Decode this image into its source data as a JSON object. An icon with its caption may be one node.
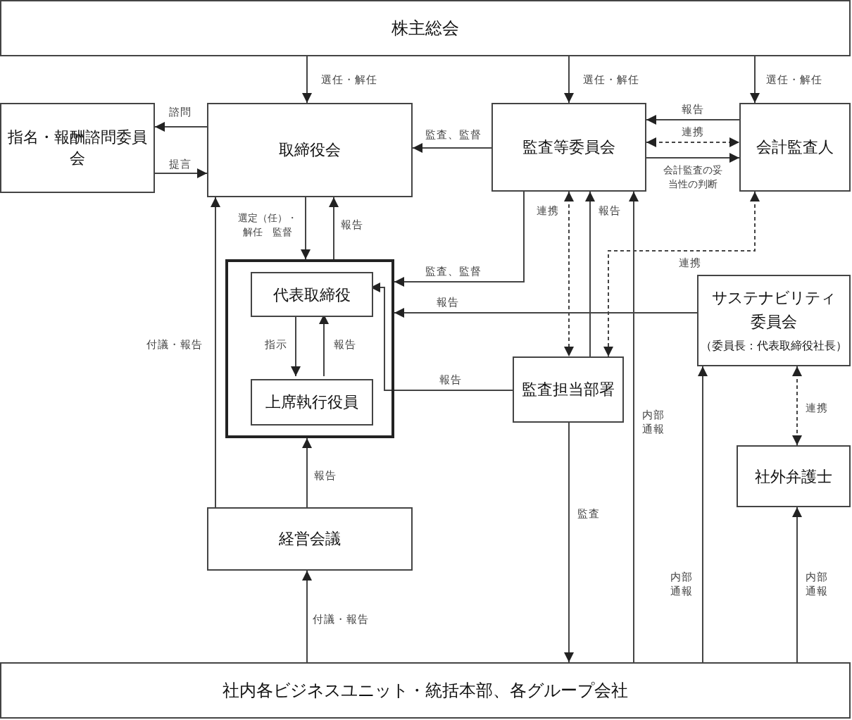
{
  "diagram": {
    "nodes": [
      {
        "text": [
          "株主総会"
        ]
      },
      {
        "text": [
          "指名・報酬諮問委員会"
        ]
      },
      {
        "text": [
          "取締役会"
        ]
      },
      {
        "text": [
          "監査等委員会"
        ]
      },
      {
        "text": [
          "会計監査人"
        ]
      },
      {
        "text": [],
        "shape": "box"
      },
      {
        "text": [
          "代表取締役"
        ],
        "in": 5
      },
      {
        "text": [
          "上席執行役員"
        ],
        "in": 5
      },
      {
        "text": [
          "監査担当部署"
        ]
      },
      {
        "text": [
          "サステナビリティ委員会",
          "（委員長：代表取締役社長）"
        ]
      },
      {
        "text": [
          "社外弁護士"
        ]
      },
      {
        "text": [
          "経営会議"
        ]
      },
      {
        "text": [
          "社内各ビジネスユニット・統括本部、各グループ会社"
        ]
      }
    ],
    "edges": [
      {
        "from": 0,
        "to": 2,
        "arrow": "to",
        "label": "選任・解任"
      },
      {
        "from": 0,
        "to": 3,
        "arrow": "to",
        "label": "選任・解任"
      },
      {
        "from": 0,
        "to": 4,
        "arrow": "to",
        "label": "選任・解任"
      },
      {
        "from": 2,
        "to": 1,
        "arrow": "to",
        "label": "諮問"
      },
      {
        "from": 1,
        "to": 2,
        "arrow": "to",
        "label": "提言"
      },
      {
        "from": 3,
        "to": 2,
        "arrow": "to",
        "label": "監査、監督"
      },
      {
        "from": 4,
        "to": 3,
        "arrow": "to",
        "label": "報告"
      },
      {
        "from": 3,
        "to": 4,
        "arrow": "both",
        "label": "連携",
        "style": "dashed"
      },
      {
        "from": 3,
        "to": 4,
        "arrow": "to",
        "label": "会計監査の妥当性の判断"
      },
      {
        "from": 2,
        "to": 5,
        "arrow": "to",
        "label": "選定（任）・解任　監督"
      },
      {
        "from": 5,
        "to": 2,
        "arrow": "to",
        "label": "報告"
      },
      {
        "from": 3,
        "to": 5,
        "arrow": "to",
        "label": "監査、監督"
      },
      {
        "from": 9,
        "to": 5,
        "arrow": "to",
        "label": "報告"
      },
      {
        "from": 8,
        "to": 6,
        "arrow": "to",
        "label": "報告"
      },
      {
        "from": 6,
        "to": 7,
        "arrow": "to",
        "label": "指示"
      },
      {
        "from": 7,
        "to": 6,
        "arrow": "to",
        "label": "報告"
      },
      {
        "from": 3,
        "to": 8,
        "arrow": "both",
        "label": "連携",
        "style": "dashed"
      },
      {
        "from": 8,
        "to": 3,
        "arrow": "to",
        "label": "報告"
      },
      {
        "from": 4,
        "to": 8,
        "arrow": "both",
        "label": "連携",
        "style": "dashed"
      },
      {
        "from": 12,
        "to": 3,
        "arrow": "to",
        "label": "内部通報"
      },
      {
        "from": 12,
        "to": 9,
        "arrow": "to",
        "label": "内部通報"
      },
      {
        "from": 12,
        "to": 10,
        "arrow": "to",
        "label": "内部通報"
      },
      {
        "from": 9,
        "to": 10,
        "arrow": "both",
        "label": "連携",
        "style": "dashed"
      },
      {
        "from": 8,
        "to": 12,
        "arrow": "to",
        "label": "監査"
      },
      {
        "from": 11,
        "to": 5,
        "arrow": "to",
        "label": "報告"
      },
      {
        "from": 12,
        "to": 11,
        "arrow": "to",
        "label": "付議・報告"
      },
      {
        "from": 11,
        "to": 2,
        "arrow": "to",
        "label": "付議・報告"
      }
    ]
  }
}
